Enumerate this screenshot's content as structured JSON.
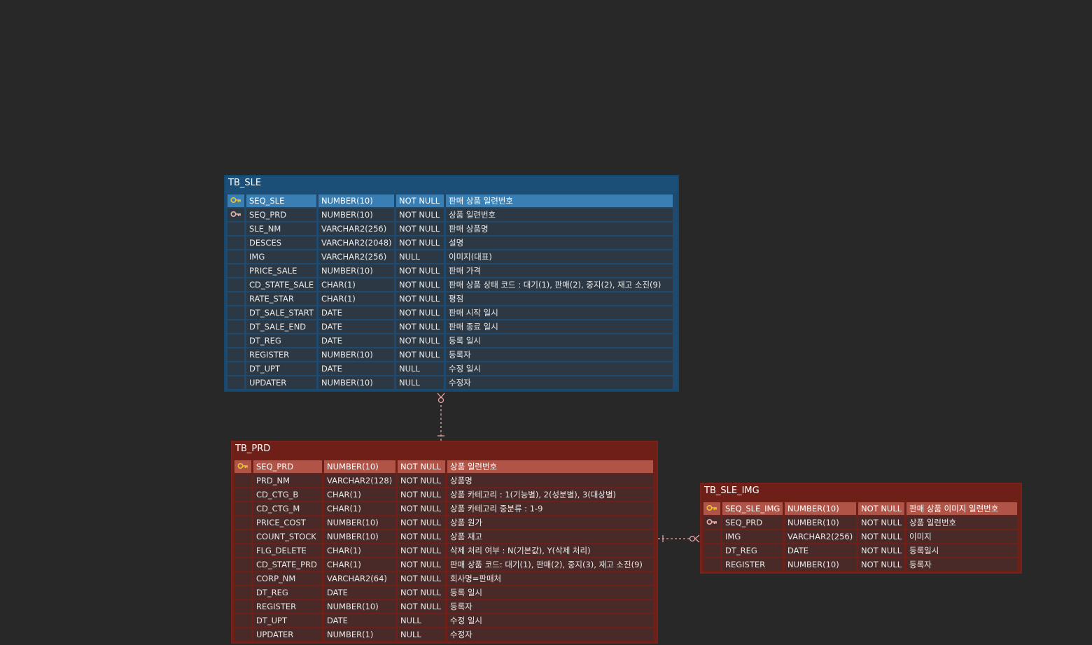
{
  "colors": {
    "background": "#282828",
    "blue_entity": "#1b4f78",
    "red_entity": "#6e2018",
    "relationship_line": "#e8a0a0",
    "pk_key": "#e8c43a",
    "fk_key": "#e8b4b4"
  },
  "entities": {
    "tb_sle": {
      "name": "TB_SLE",
      "columns": [
        {
          "key": "pk",
          "name": "SEQ_SLE",
          "type": "NUMBER(10)",
          "null": "NOT NULL",
          "comment": "판매 상품 일련번호"
        },
        {
          "key": "fk",
          "name": "SEQ_PRD",
          "type": "NUMBER(10)",
          "null": "NOT NULL",
          "comment": "상품 일련번호"
        },
        {
          "key": "",
          "name": "SLE_NM",
          "type": "VARCHAR2(256)",
          "null": "NOT NULL",
          "comment": "판매 상품명"
        },
        {
          "key": "",
          "name": "DESCES",
          "type": "VARCHAR2(2048)",
          "null": "NOT NULL",
          "comment": "설명"
        },
        {
          "key": "",
          "name": "IMG",
          "type": "VARCHAR2(256)",
          "null": "NULL",
          "comment": "이미지(대표)"
        },
        {
          "key": "",
          "name": "PRICE_SALE",
          "type": "NUMBER(10)",
          "null": "NOT NULL",
          "comment": "판매 가격"
        },
        {
          "key": "",
          "name": "CD_STATE_SALE",
          "type": "CHAR(1)",
          "null": "NOT NULL",
          "comment": "판매 상품 상태 코드 : 대기(1), 판매(2), 중지(2), 재고 소진(9)"
        },
        {
          "key": "",
          "name": "RATE_STAR",
          "type": "CHAR(1)",
          "null": "NOT NULL",
          "comment": "평점"
        },
        {
          "key": "",
          "name": "DT_SALE_START",
          "type": "DATE",
          "null": "NOT NULL",
          "comment": "판매 시작 일시"
        },
        {
          "key": "",
          "name": "DT_SALE_END",
          "type": "DATE",
          "null": "NOT NULL",
          "comment": "판매 종료 일시"
        },
        {
          "key": "",
          "name": "DT_REG",
          "type": "DATE",
          "null": "NOT NULL",
          "comment": "등록 일시"
        },
        {
          "key": "",
          "name": "REGISTER",
          "type": "NUMBER(10)",
          "null": "NOT NULL",
          "comment": "등록자"
        },
        {
          "key": "",
          "name": "DT_UPT",
          "type": "DATE",
          "null": "NULL",
          "comment": "수정 일시"
        },
        {
          "key": "",
          "name": "UPDATER",
          "type": "NUMBER(10)",
          "null": "NULL",
          "comment": "수정자"
        }
      ]
    },
    "tb_prd": {
      "name": "TB_PRD",
      "columns": [
        {
          "key": "pk",
          "name": "SEQ_PRD",
          "type": "NUMBER(10)",
          "null": "NOT NULL",
          "comment": "상품 일련번호"
        },
        {
          "key": "",
          "name": "PRD_NM",
          "type": "VARCHAR2(128)",
          "null": "NOT NULL",
          "comment": "상품명"
        },
        {
          "key": "",
          "name": "CD_CTG_B",
          "type": "CHAR(1)",
          "null": "NOT NULL",
          "comment": "상품 카테고리 : 1(기능별), 2(성분별), 3(대상별)"
        },
        {
          "key": "",
          "name": "CD_CTG_M",
          "type": "CHAR(1)",
          "null": "NOT NULL",
          "comment": "상품 카테고리 중분류 : 1-9"
        },
        {
          "key": "",
          "name": "PRICE_COST",
          "type": "NUMBER(10)",
          "null": "NOT NULL",
          "comment": "상품 원가"
        },
        {
          "key": "",
          "name": "COUNT_STOCK",
          "type": "NUMBER(10)",
          "null": "NOT NULL",
          "comment": "상품 재고"
        },
        {
          "key": "",
          "name": "FLG_DELETE",
          "type": "CHAR(1)",
          "null": "NOT NULL",
          "comment": "삭제 처리 여부 : N(기본값), Y(삭제 처리)"
        },
        {
          "key": "",
          "name": "CD_STATE_PRD",
          "type": "CHAR(1)",
          "null": "NOT NULL",
          "comment": "판매 상품 코드: 대기(1), 판매(2), 중지(3), 재고 소진(9)"
        },
        {
          "key": "",
          "name": "CORP_NM",
          "type": "VARCHAR2(64)",
          "null": "NOT NULL",
          "comment": "회사명=판매처"
        },
        {
          "key": "",
          "name": "DT_REG",
          "type": "DATE",
          "null": "NOT NULL",
          "comment": "등록 일시"
        },
        {
          "key": "",
          "name": "REGISTER",
          "type": "NUMBER(10)",
          "null": "NOT NULL",
          "comment": "등록자"
        },
        {
          "key": "",
          "name": "DT_UPT",
          "type": "DATE",
          "null": "NULL",
          "comment": "수정 일시"
        },
        {
          "key": "",
          "name": "UPDATER",
          "type": "NUMBER(1)",
          "null": "NULL",
          "comment": "수정자"
        }
      ]
    },
    "tb_sle_img": {
      "name": "TB_SLE_IMG",
      "columns": [
        {
          "key": "pk",
          "name": "SEQ_SLE_IMG",
          "type": "NUMBER(10)",
          "null": "NOT NULL",
          "comment": "판매 상품 이미지 일련번호"
        },
        {
          "key": "fk",
          "name": "SEQ_PRD",
          "type": "NUMBER(10)",
          "null": "NOT NULL",
          "comment": "상품 일련번호"
        },
        {
          "key": "",
          "name": "IMG",
          "type": "VARCHAR2(256)",
          "null": "NOT NULL",
          "comment": "이미지"
        },
        {
          "key": "",
          "name": "DT_REG",
          "type": "DATE",
          "null": "NOT NULL",
          "comment": "등록일시"
        },
        {
          "key": "",
          "name": "REGISTER",
          "type": "NUMBER(10)",
          "null": "NOT NULL",
          "comment": "등록자"
        }
      ]
    }
  },
  "relationships": [
    {
      "from": "TB_PRD",
      "to": "TB_SLE",
      "cardinality": "one-to-zero-or-many"
    },
    {
      "from": "TB_PRD",
      "to": "TB_SLE_IMG",
      "cardinality": "one-to-zero-or-many"
    }
  ]
}
